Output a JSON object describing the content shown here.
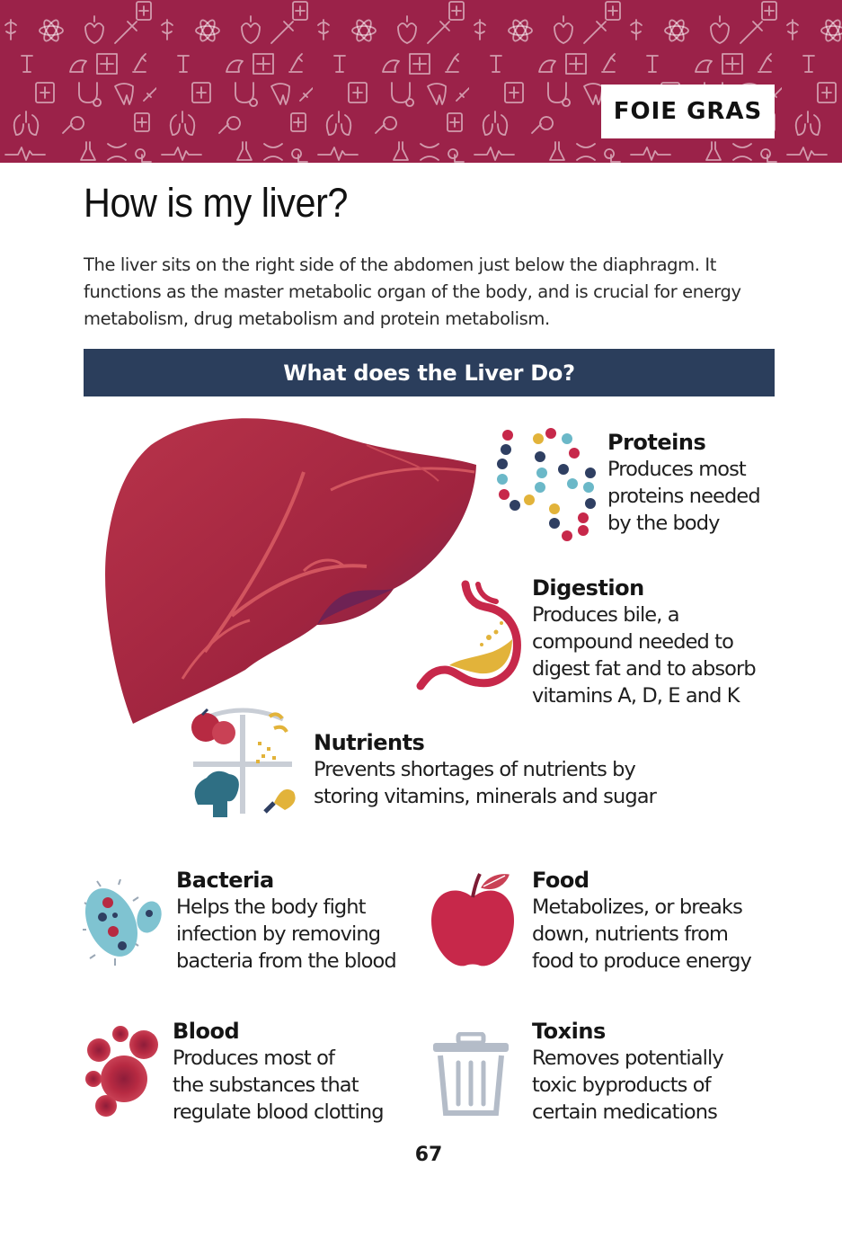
{
  "banner": {
    "section_tag": "FOIE GRAS",
    "background": "#9b2249"
  },
  "page": {
    "title": "How is my liver?",
    "intro": "The liver sits on the right side of the abdomen just below the diaphragm. It functions as the master metabolic organ of the body, and is crucial for energy metabolism, drug metabolism and protein metabolism.",
    "section_header": "What does the Liver Do?",
    "page_number": "67"
  },
  "colors": {
    "header_bar": "#2b3e5c",
    "liver": "#a8233f",
    "accent_red": "#b72a42",
    "accent_teal": "#6bb8c8"
  },
  "features": {
    "proteins": {
      "title": "Proteins",
      "lines": [
        "Produces most",
        "proteins needed",
        "by the body"
      ],
      "icon": "amino-acid-chain-icon"
    },
    "digestion": {
      "title": "Digestion",
      "lines": [
        "Produces bile, a",
        "compound needed to",
        "digest fat and to absorb",
        "vitamins A, D, E and K"
      ],
      "icon": "stomach-icon"
    },
    "nutrients": {
      "title": "Nutrients",
      "lines": [
        "Prevents shortages of nutrients by",
        "storing vitamins, minerals and sugar"
      ],
      "icon": "food-plate-icon"
    },
    "bacteria": {
      "title": "Bacteria",
      "lines": [
        "Helps the body fight",
        "infection by removing",
        "bacteria from the blood"
      ],
      "icon": "bacteria-icon"
    },
    "food": {
      "title": "Food",
      "lines": [
        "Metabolizes, or breaks",
        "down, nutrients from",
        "food to produce energy"
      ],
      "icon": "apple-icon"
    },
    "blood": {
      "title": "Blood",
      "lines": [
        "Produces most of",
        "the substances that",
        "regulate blood clotting"
      ],
      "icon": "blood-cells-icon"
    },
    "toxins": {
      "title": "Toxins",
      "lines": [
        "Removes potentially",
        "toxic byproducts of",
        "certain medications"
      ],
      "icon": "trash-can-icon"
    }
  }
}
